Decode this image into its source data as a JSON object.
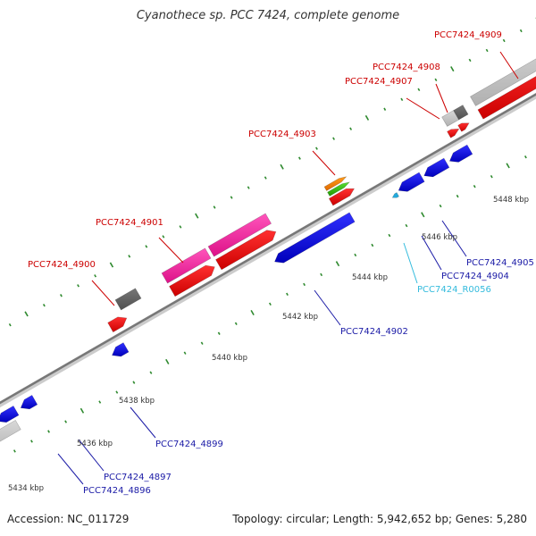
{
  "title": "Cyanothece sp. PCC 7424, complete genome",
  "accession": "Accession: NC_011729",
  "summary": "Topology: circular; Length: 5,942,652 bp; Genes: 5,280",
  "colors": {
    "red_label": "#cc0000",
    "blue_label": "#1a1aa6",
    "cyan_label": "#33bbdd",
    "backbone": "#888888"
  },
  "scale_ticks": [
    {
      "label": "5434 kbp"
    },
    {
      "label": "5436 kbp"
    },
    {
      "label": "5438 kbp"
    },
    {
      "label": "5440 kbp"
    },
    {
      "label": "5442 kbp"
    },
    {
      "label": "5444 kbp"
    },
    {
      "label": "5446 kbp"
    },
    {
      "label": "5448 kbp"
    }
  ],
  "gene_labels": [
    {
      "name": "PCC7424_4909",
      "strand": "forward"
    },
    {
      "name": "PCC7424_4908",
      "strand": "forward"
    },
    {
      "name": "PCC7424_4907",
      "strand": "forward"
    },
    {
      "name": "PCC7424_4903",
      "strand": "forward"
    },
    {
      "name": "PCC7424_4901",
      "strand": "forward"
    },
    {
      "name": "PCC7424_4900",
      "strand": "forward"
    },
    {
      "name": "PCC7424_4905",
      "strand": "reverse"
    },
    {
      "name": "PCC7424_4904",
      "strand": "reverse"
    },
    {
      "name": "PCC7424_R0056",
      "strand": "reverse"
    },
    {
      "name": "PCC7424_4902",
      "strand": "reverse"
    },
    {
      "name": "PCC7424_4899",
      "strand": "reverse"
    },
    {
      "name": "PCC7424_4897",
      "strand": "reverse"
    },
    {
      "name": "PCC7424_4896",
      "strand": "reverse"
    }
  ]
}
